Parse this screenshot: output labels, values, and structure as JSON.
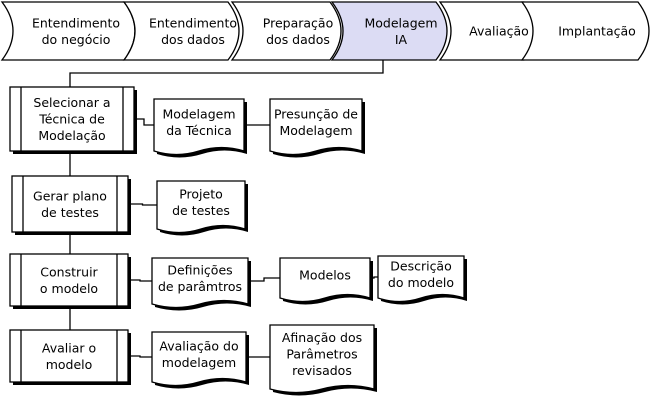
{
  "phases": [
    {
      "id": "business",
      "lines": [
        "Entendimento",
        "do negócio"
      ]
    },
    {
      "id": "data",
      "lines": [
        "Entendimento",
        "dos dados"
      ]
    },
    {
      "id": "prep",
      "lines": [
        "Preparação",
        "dos dados"
      ]
    },
    {
      "id": "modeling",
      "lines": [
        "Modelagem",
        "IA"
      ],
      "active": true
    },
    {
      "id": "evaluation",
      "lines": [
        "Avaliação"
      ]
    },
    {
      "id": "deployment",
      "lines": [
        "Implantação"
      ]
    }
  ],
  "tasks": [
    {
      "lines": [
        "Selecionar a",
        "Técnica de",
        "Modelação"
      ],
      "outputs": [
        {
          "lines": [
            "Modelagem",
            "da Técnica"
          ]
        },
        {
          "lines": [
            "Presunção de",
            "Modelagem"
          ]
        }
      ]
    },
    {
      "lines": [
        "Gerar plano",
        "de testes"
      ],
      "outputs": [
        {
          "lines": [
            "Projeto",
            "de testes"
          ]
        }
      ]
    },
    {
      "lines": [
        "Construir",
        "o modelo"
      ],
      "outputs": [
        {
          "lines": [
            "Definições",
            "de parâmtros"
          ]
        },
        {
          "lines": [
            "Modelos"
          ]
        },
        {
          "lines": [
            "Descrição",
            "do modelo"
          ]
        }
      ]
    },
    {
      "lines": [
        "Avaliar o",
        "modelo"
      ],
      "outputs": [
        {
          "lines": [
            "Avaliação do",
            "modelagem"
          ]
        },
        {
          "lines": [
            "Afinação dos",
            "Parâmetros",
            "revisados"
          ]
        }
      ]
    }
  ],
  "colors": {
    "active_phase": "#dcdcf4",
    "stroke": "#000000",
    "background": "#ffffff"
  }
}
